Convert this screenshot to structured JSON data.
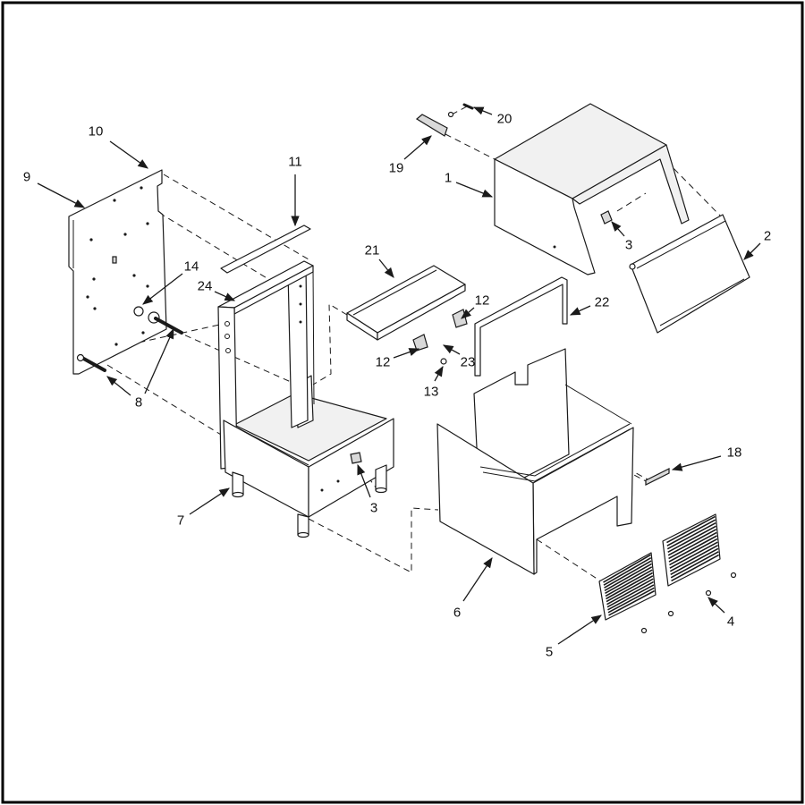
{
  "colors": {
    "line": "#1a1a1a",
    "background": "#ffffff",
    "frame": "#000000"
  },
  "callouts": [
    {
      "label": "10"
    },
    {
      "label": "9"
    },
    {
      "label": "11"
    },
    {
      "label": "14"
    },
    {
      "label": "24"
    },
    {
      "label": "8"
    },
    {
      "label": "7"
    },
    {
      "label": "3"
    },
    {
      "label": "21"
    },
    {
      "label": "12"
    },
    {
      "label": "12"
    },
    {
      "label": "23"
    },
    {
      "label": "13"
    },
    {
      "label": "22"
    },
    {
      "label": "20"
    },
    {
      "label": "19"
    },
    {
      "label": "1"
    },
    {
      "label": "3"
    },
    {
      "label": "2"
    },
    {
      "label": "18"
    },
    {
      "label": "6"
    },
    {
      "label": "5"
    },
    {
      "label": "4"
    }
  ]
}
